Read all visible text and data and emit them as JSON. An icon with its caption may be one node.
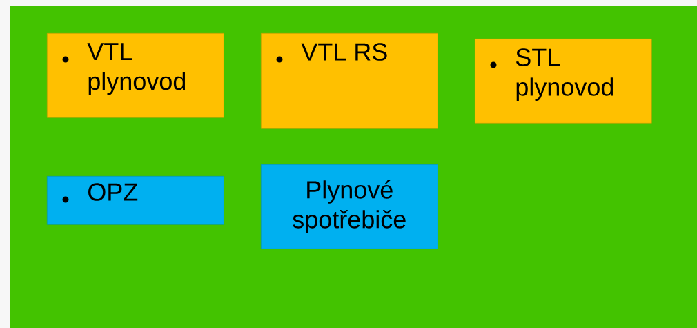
{
  "diagram": {
    "nodes": [
      {
        "text": [
          "VTL plynovod"
        ]
      },
      {
        "text": [
          "VTL RS"
        ]
      },
      {
        "text": [
          "STL plynovod"
        ]
      },
      {
        "text": [
          "OPZ"
        ]
      },
      {
        "text": [
          "Plynové spotřebiče"
        ]
      }
    ]
  }
}
